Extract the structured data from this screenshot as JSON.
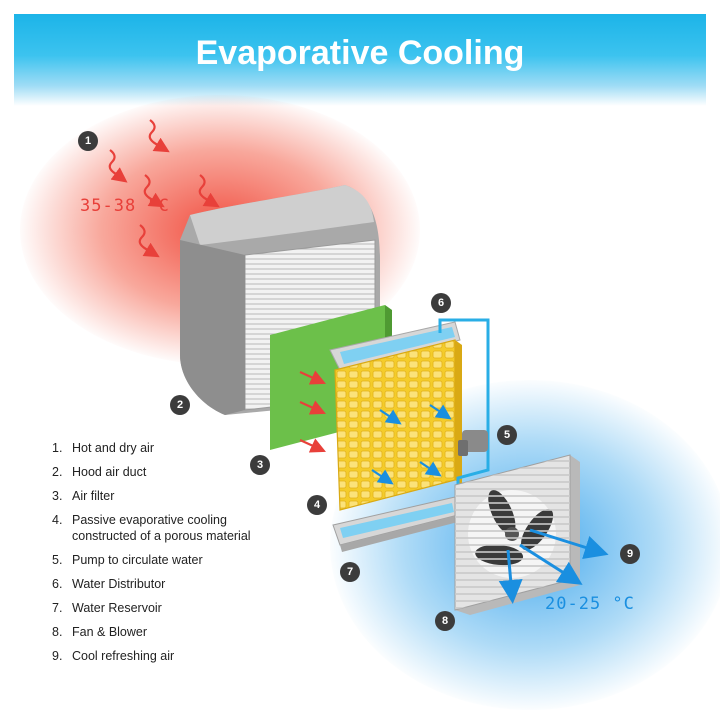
{
  "title": "Evaporative Cooling",
  "temps": {
    "hot": "35-38 °C",
    "cold": "20-25 °C"
  },
  "badges": [
    "1",
    "2",
    "3",
    "4",
    "5",
    "6",
    "7",
    "8",
    "9"
  ],
  "legend": [
    {
      "num": "1.",
      "text": "Hot and dry air"
    },
    {
      "num": "2.",
      "text": "Hood air duct"
    },
    {
      "num": "3.",
      "text": "Air filter"
    },
    {
      "num": "4.",
      "text": "Passive evaporative cooling constructed of a porous material"
    },
    {
      "num": "5.",
      "text": "Pump to circulate water"
    },
    {
      "num": "6.",
      "text": "Water Distributor"
    },
    {
      "num": "7.",
      "text": "Water Reservoir"
    },
    {
      "num": "8.",
      "text": "Fan & Blower"
    },
    {
      "num": "9.",
      "text": "Cool refreshing air"
    }
  ],
  "colors": {
    "banner": "#1cb4e8",
    "hot": "#e8403a",
    "cool": "#1a8fe0",
    "filter": "#6cc04a",
    "pad": "#f4cc2a",
    "water": "#29aee6",
    "hood": "#b5b5b5"
  }
}
